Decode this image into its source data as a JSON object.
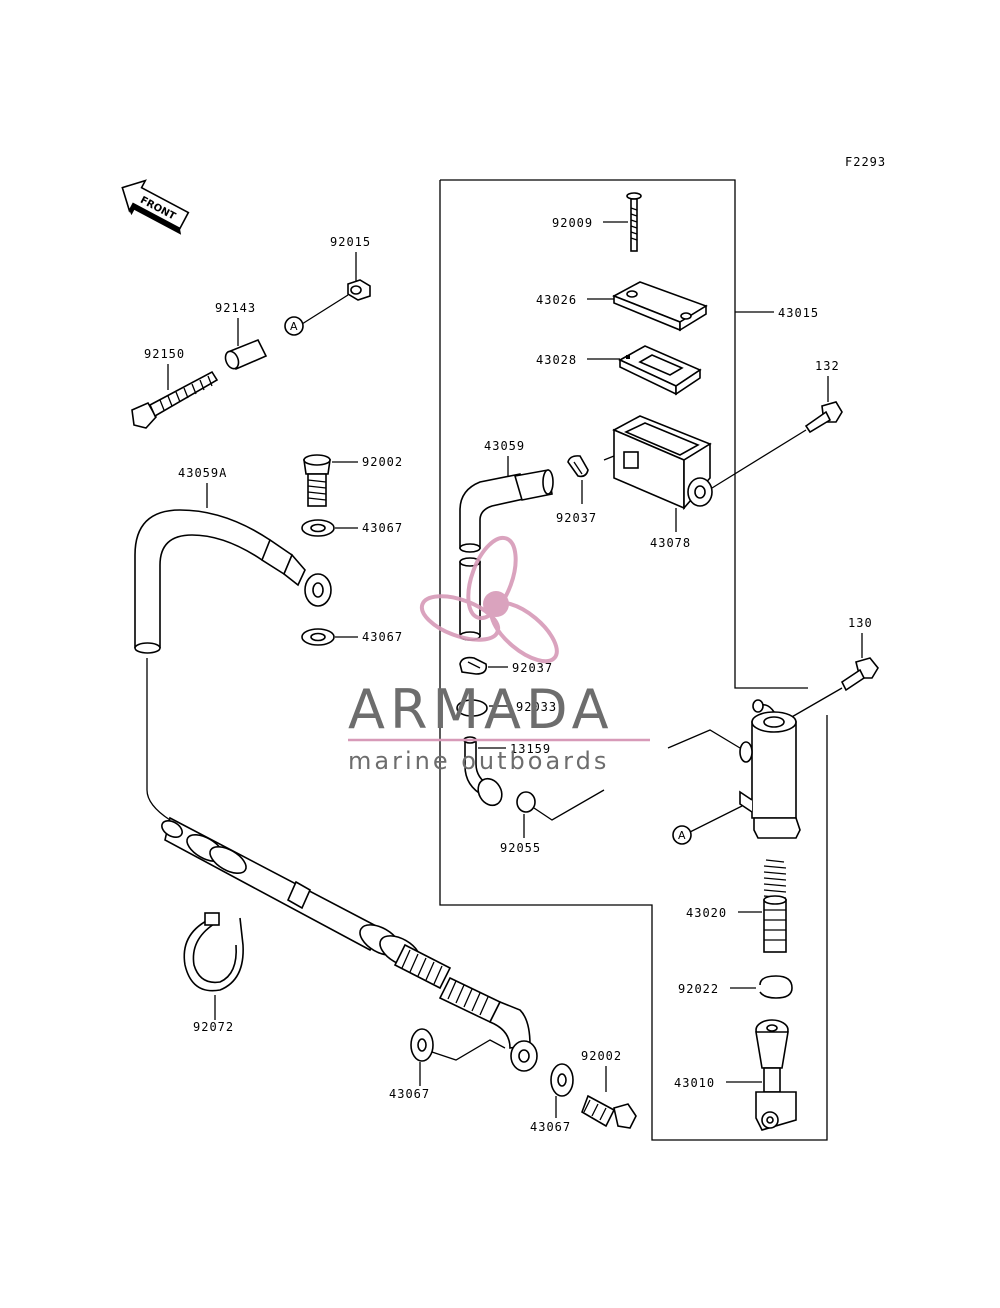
{
  "diagram": {
    "figure_code": "F2293",
    "front_label": "FRONT",
    "ref_marker": "A",
    "parts": {
      "p92015": "92015",
      "p92143": "92143",
      "p92150": "92150",
      "p43059A": "43059A",
      "p92002_top": "92002",
      "p43067_a": "43067",
      "p43067_b": "43067",
      "p92072": "92072",
      "p43067_c": "43067",
      "p43067_d": "43067",
      "p92002_bot": "92002",
      "p92009": "92009",
      "p43026": "43026",
      "p43015": "43015",
      "p43028": "43028",
      "p132": "132",
      "p43059": "43059",
      "p92037_a": "92037",
      "p43078": "43078",
      "p92037_b": "92037",
      "p92033": "92033",
      "p13159": "13159",
      "p130": "130",
      "p92055": "92055",
      "p43020": "43020",
      "p92022": "92022",
      "p43010": "43010"
    }
  },
  "watermark": {
    "brand": "ARMADA",
    "tagline": "marine outboards",
    "color": "#d79ab8"
  }
}
